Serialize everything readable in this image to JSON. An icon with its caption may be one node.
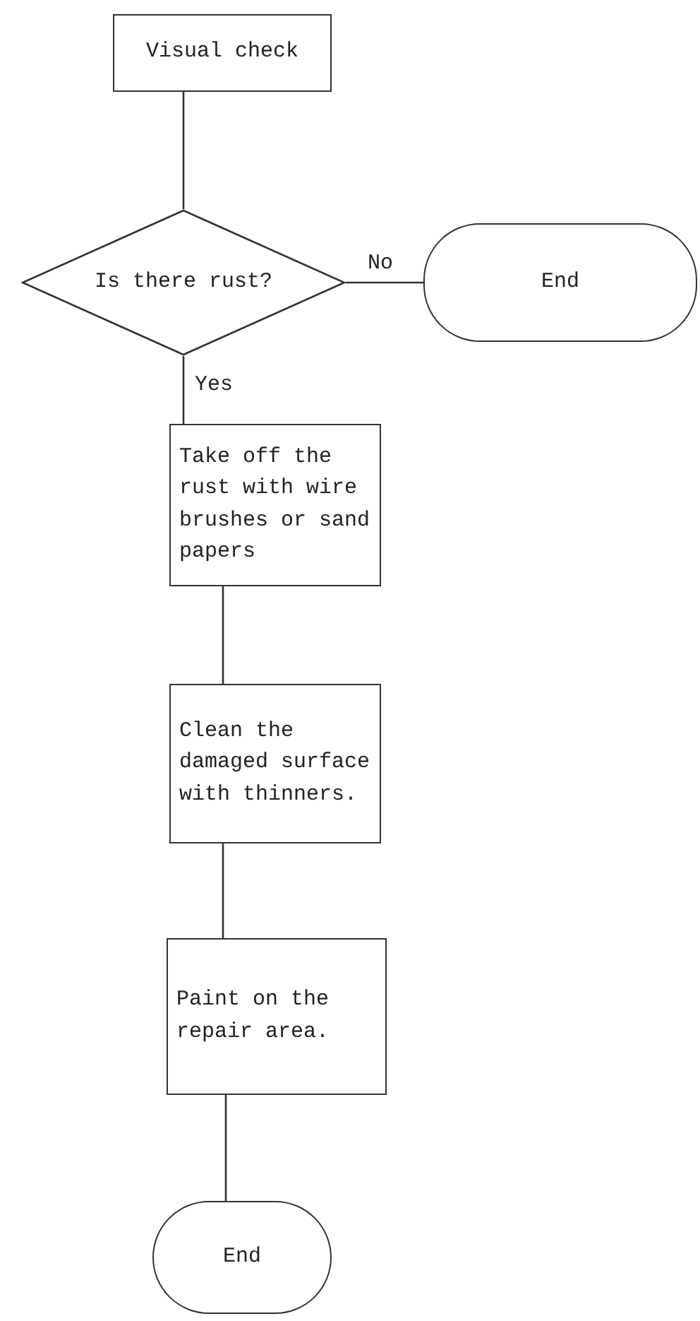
{
  "diagram": {
    "nodes": [
      {
        "text": [
          "Visual check"
        ]
      },
      {
        "text": [
          "Is there rust?"
        ]
      },
      {
        "text": [
          "End"
        ]
      },
      {
        "text": [
          "Take off the rust with wire brushes or sand papers"
        ]
      },
      {
        "text": [
          "Clean the damaged surface with thinners."
        ]
      },
      {
        "text": [
          "Paint on the repair area."
        ]
      },
      {
        "text": [
          "End"
        ]
      }
    ],
    "edges": [
      {
        "from": 0,
        "to": 1,
        "arrow": "none"
      },
      {
        "from": 1,
        "to": 2,
        "arrow": "none",
        "label": "No"
      },
      {
        "from": 1,
        "to": 3,
        "arrow": "none",
        "label": "Yes"
      },
      {
        "from": 3,
        "to": 4,
        "arrow": "none"
      },
      {
        "from": 4,
        "to": 5,
        "arrow": "none"
      },
      {
        "from": 5,
        "to": 6,
        "arrow": "none"
      }
    ]
  }
}
